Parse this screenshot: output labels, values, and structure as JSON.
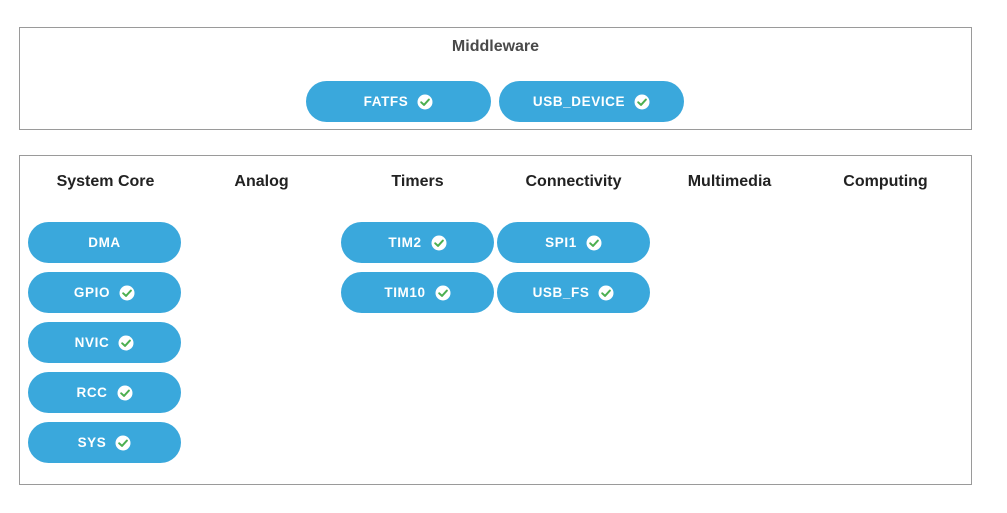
{
  "middleware": {
    "title": "Middleware",
    "items": [
      {
        "label": "FATFS",
        "icon": "check-circle-icon"
      },
      {
        "label": "USB_DEVICE",
        "icon": "check-circle-icon"
      }
    ]
  },
  "categories": {
    "columns": [
      {
        "title": "System Core",
        "items": [
          {
            "label": "DMA",
            "checked": false
          },
          {
            "label": "GPIO",
            "checked": true
          },
          {
            "label": "NVIC",
            "checked": true
          },
          {
            "label": "RCC",
            "checked": true
          },
          {
            "label": "SYS",
            "checked": true
          }
        ]
      },
      {
        "title": "Analog",
        "items": []
      },
      {
        "title": "Timers",
        "items": [
          {
            "label": "TIM2",
            "checked": true
          },
          {
            "label": "TIM10",
            "checked": true
          }
        ]
      },
      {
        "title": "Connectivity",
        "items": [
          {
            "label": "SPI1",
            "checked": true
          },
          {
            "label": "USB_FS",
            "checked": true
          }
        ]
      },
      {
        "title": "Multimedia",
        "items": []
      },
      {
        "title": "Computing",
        "items": []
      }
    ]
  },
  "colors": {
    "pill": "#3aa8dc",
    "check_fill": "#ffffff",
    "check_mark": "#4caf50"
  }
}
